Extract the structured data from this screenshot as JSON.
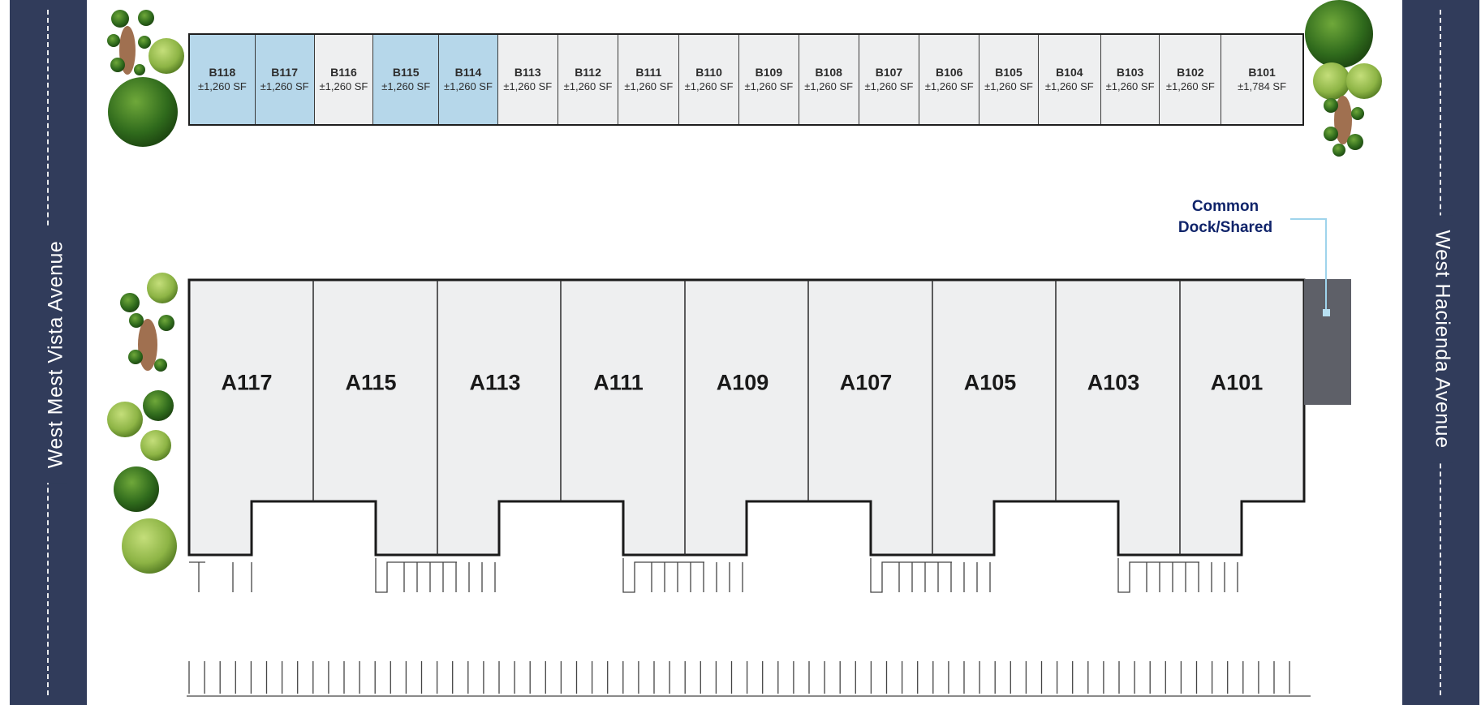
{
  "streets": {
    "left": "West Mest Vista Avenue",
    "right": "West Hacienda Avenue"
  },
  "building_b": {
    "units": [
      {
        "name": "B118",
        "size": "±1,260 SF",
        "available": true
      },
      {
        "name": "B117",
        "size": "±1,260 SF",
        "available": true
      },
      {
        "name": "B116",
        "size": "±1,260 SF",
        "available": false
      },
      {
        "name": "B115",
        "size": "±1,260 SF",
        "available": true
      },
      {
        "name": "B114",
        "size": "±1,260 SF",
        "available": true
      },
      {
        "name": "B113",
        "size": "±1,260 SF",
        "available": false
      },
      {
        "name": "B112",
        "size": "±1,260 SF",
        "available": false
      },
      {
        "name": "B111",
        "size": "±1,260 SF",
        "available": false
      },
      {
        "name": "B110",
        "size": "±1,260 SF",
        "available": false
      },
      {
        "name": "B109",
        "size": "±1,260 SF",
        "available": false
      },
      {
        "name": "B108",
        "size": "±1,260 SF",
        "available": false
      },
      {
        "name": "B107",
        "size": "±1,260 SF",
        "available": false
      },
      {
        "name": "B106",
        "size": "±1,260 SF",
        "available": false
      },
      {
        "name": "B105",
        "size": "±1,260 SF",
        "available": false
      },
      {
        "name": "B104",
        "size": "±1,260 SF",
        "available": false
      },
      {
        "name": "B103",
        "size": "±1,260 SF",
        "available": false
      },
      {
        "name": "B102",
        "size": "±1,260 SF",
        "available": false
      },
      {
        "name": "B101",
        "size": "±1,784 SF",
        "available": false
      }
    ]
  },
  "building_a": {
    "units": [
      "A117",
      "A115",
      "A113",
      "A111",
      "A109",
      "A107",
      "A105",
      "A103",
      "A101"
    ]
  },
  "dock": {
    "label_line1": "Common",
    "label_line2": "Dock/Shared"
  },
  "colors": {
    "road": "#313c5b",
    "available_unit": "#b6d7ea",
    "unit_fill": "#eeeff0",
    "dock": "#5e6068",
    "callout_line": "#9fd4ec",
    "label_blue": "#10246a"
  }
}
